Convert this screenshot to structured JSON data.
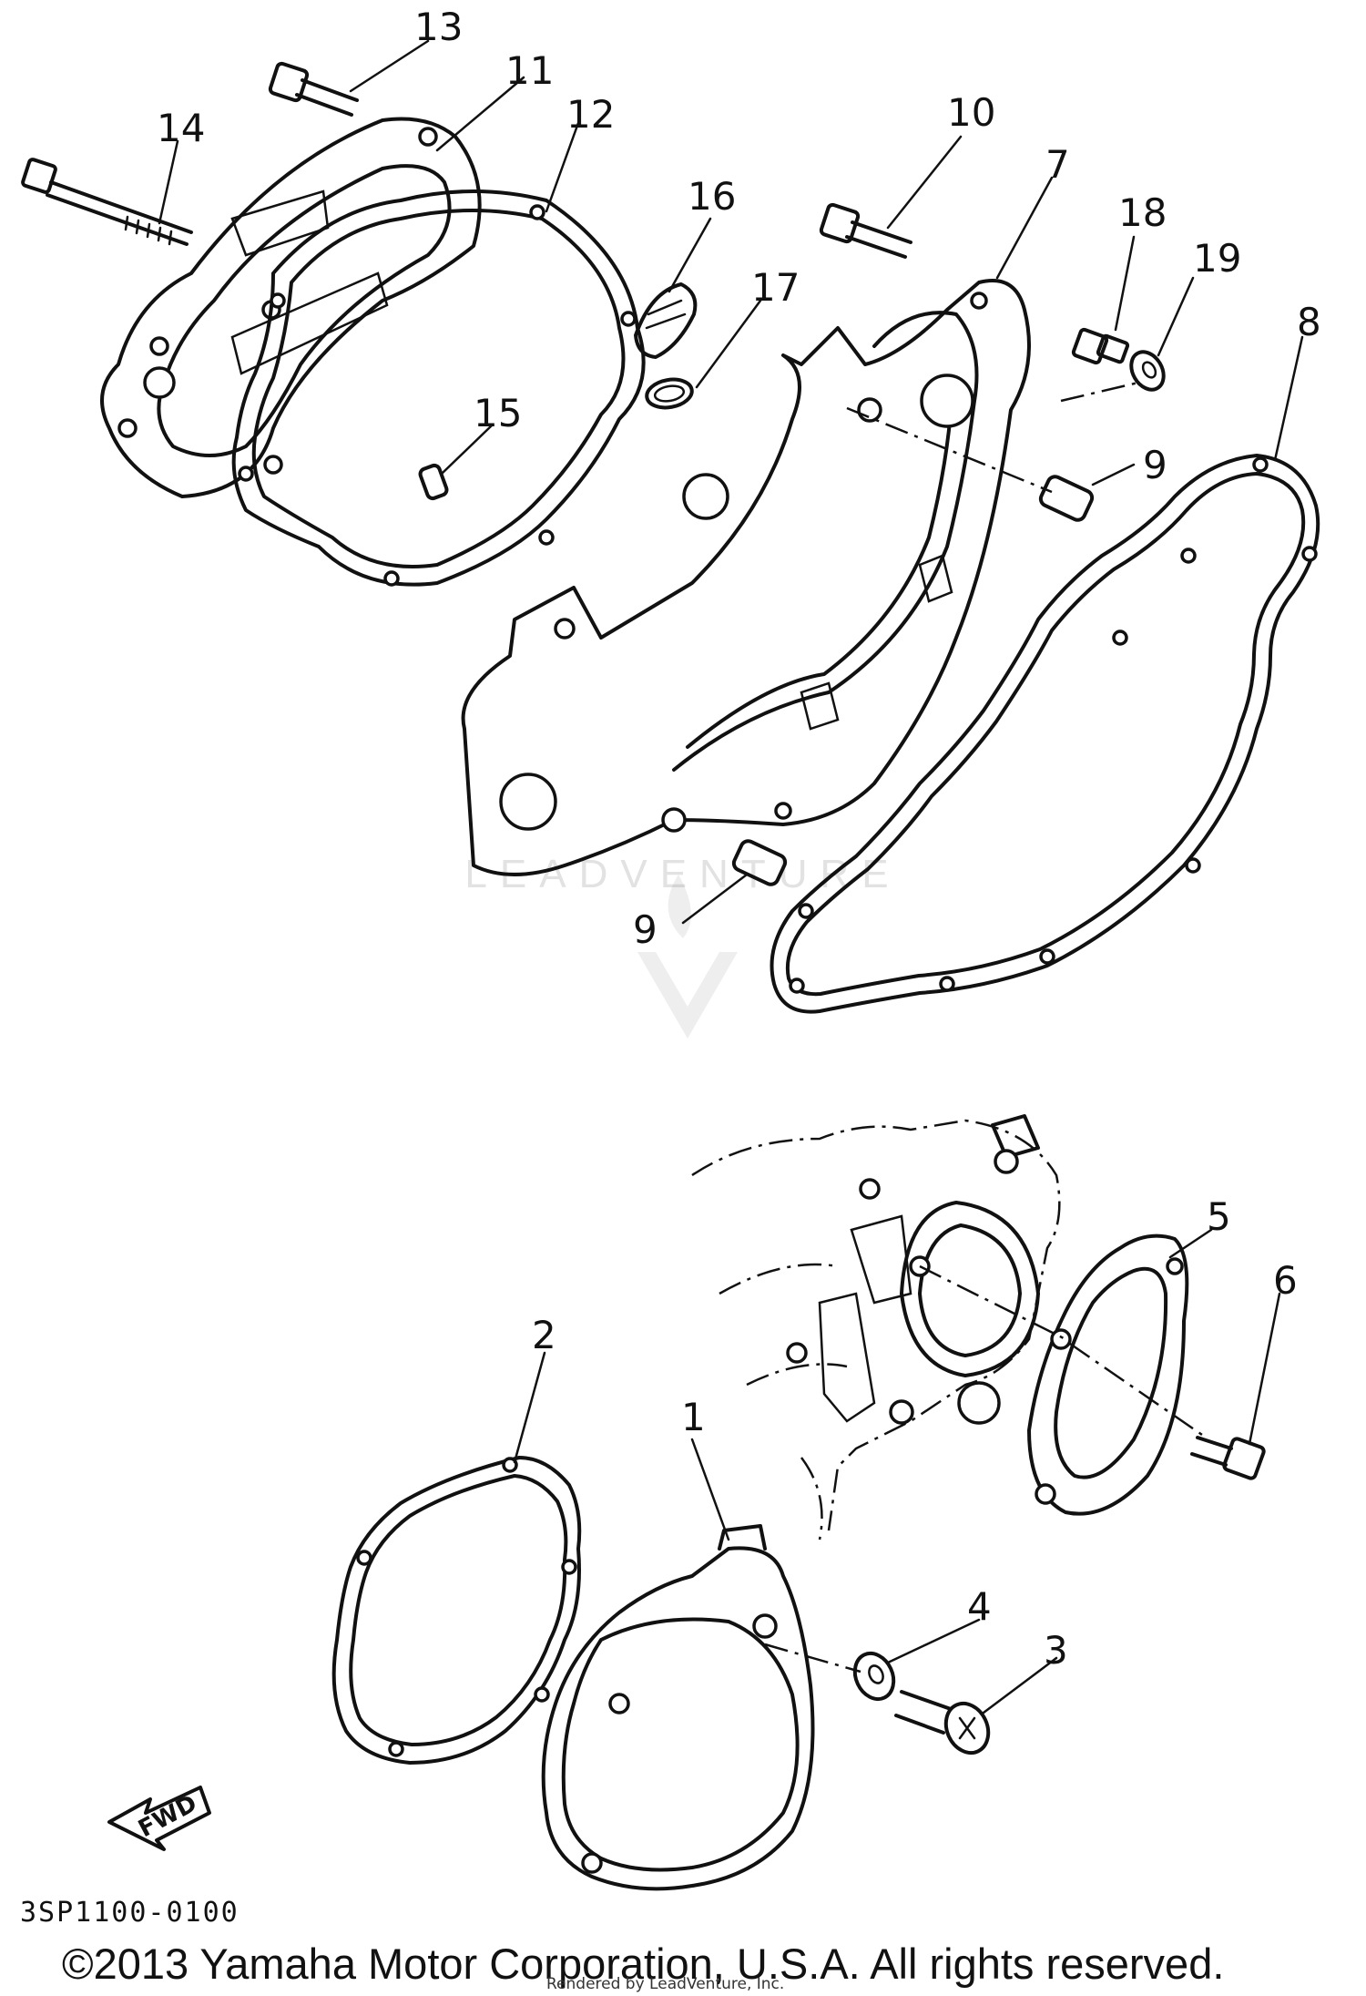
{
  "callouts": [
    {
      "label": "1"
    },
    {
      "label": "2"
    },
    {
      "label": "3"
    },
    {
      "label": "4"
    },
    {
      "label": "5"
    },
    {
      "label": "6"
    },
    {
      "label": "7"
    },
    {
      "label": "8"
    },
    {
      "label": "9"
    },
    {
      "label": "9"
    },
    {
      "label": "10"
    },
    {
      "label": "11"
    },
    {
      "label": "12"
    },
    {
      "label": "13"
    },
    {
      "label": "14"
    },
    {
      "label": "15"
    },
    {
      "label": "16"
    },
    {
      "label": "17"
    },
    {
      "label": "18"
    },
    {
      "label": "19"
    }
  ],
  "direction_arrow": "FWD",
  "catalog_code": "3SP1100-0100",
  "copyright": "©2013 Yamaha Motor Corporation, U.S.A. All rights reserved.",
  "renderer_note": "Rendered by LeadVenture, Inc.",
  "watermark": "LEADVENTURE"
}
